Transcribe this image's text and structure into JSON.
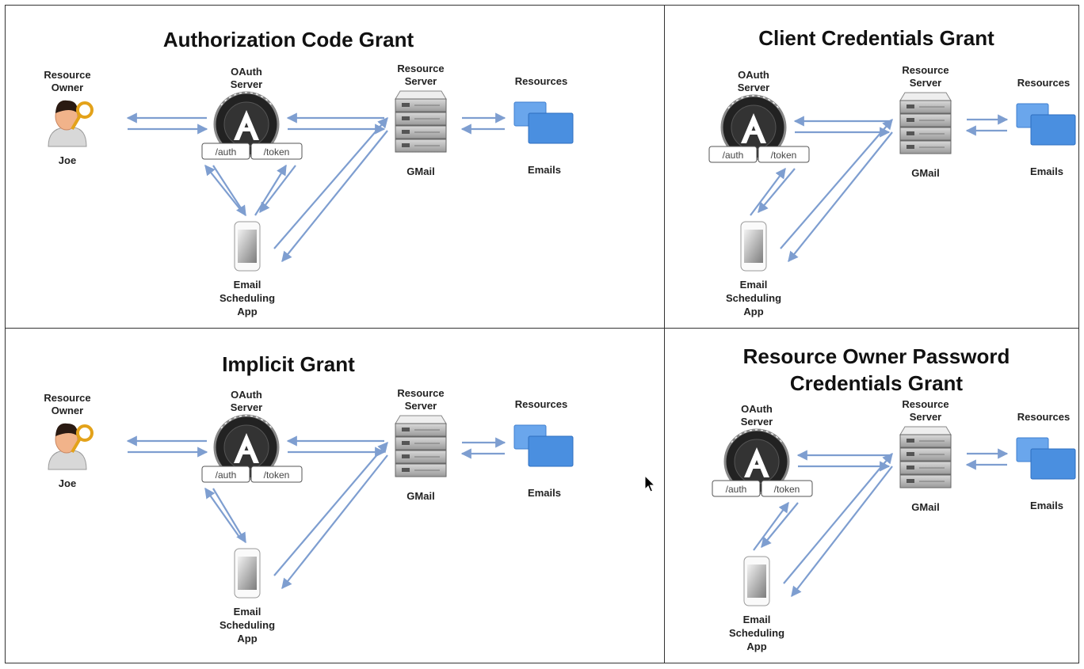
{
  "panels": [
    {
      "id": "authorization-code",
      "title_lines": [
        "Authorization Code Grant"
      ],
      "has_owner": true,
      "flow": "auth-code",
      "labels": {
        "owner_top": [
          "Resource",
          "Owner"
        ],
        "owner_name": "Joe",
        "oauth": [
          "OAuth",
          "Server"
        ],
        "auth": "/auth",
        "token": "/token",
        "resource_server": [
          "Resource",
          "Server"
        ],
        "gmail": "GMail",
        "resources": "Resources",
        "emails": "Emails",
        "app": [
          "Email",
          "Scheduling",
          "App"
        ]
      }
    },
    {
      "id": "client-credentials",
      "title_lines": [
        "Client Credentials Grant"
      ],
      "has_owner": false,
      "flow": "client-credentials",
      "labels": {
        "oauth": [
          "OAuth",
          "Server"
        ],
        "auth": "/auth",
        "token": "/token",
        "resource_server": [
          "Resource",
          "Server"
        ],
        "gmail": "GMail",
        "resources": "Resources",
        "emails": "Emails",
        "app": [
          "Email",
          "Scheduling",
          "App"
        ]
      }
    },
    {
      "id": "implicit",
      "title_lines": [
        "Implicit Grant"
      ],
      "has_owner": true,
      "flow": "implicit",
      "labels": {
        "owner_top": [
          "Resource",
          "Owner"
        ],
        "owner_name": "Joe",
        "oauth": [
          "OAuth",
          "Server"
        ],
        "auth": "/auth",
        "token": "/token",
        "resource_server": [
          "Resource",
          "Server"
        ],
        "gmail": "GMail",
        "resources": "Resources",
        "emails": "Emails",
        "app": [
          "Email",
          "Scheduling",
          "App"
        ]
      }
    },
    {
      "id": "resource-owner-password",
      "title_lines": [
        "Resource Owner Password",
        "Credentials Grant"
      ],
      "has_owner": false,
      "flow": "password",
      "labels": {
        "oauth": [
          "OAuth",
          "Server"
        ],
        "auth": "/auth",
        "token": "/token",
        "resource_server": [
          "Resource",
          "Server"
        ],
        "gmail": "GMail",
        "resources": "Resources",
        "emails": "Emails",
        "app": [
          "Email",
          "Scheduling",
          "App"
        ]
      }
    }
  ],
  "icons": {
    "owner": "person-with-key-icon",
    "oauth": "oauth-logo-icon",
    "server": "server-rack-icon",
    "resources": "email-folders-icon",
    "app": "smartphone-icon",
    "cursor": "mouse-pointer-icon"
  },
  "colors": {
    "arrow": "#7e9ed0",
    "folder": "#4a8fe0",
    "border": "#333333"
  }
}
